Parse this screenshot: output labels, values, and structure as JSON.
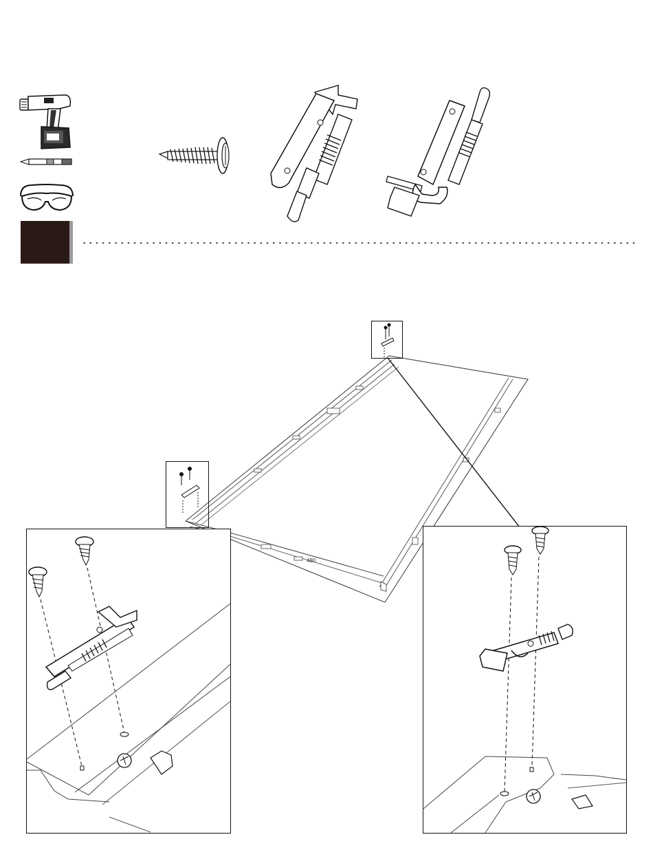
{
  "page": {
    "step_number": ""
  },
  "tools": [
    {
      "name": "cordless-drill",
      "icon": "drill-icon"
    },
    {
      "name": "phillips-bit",
      "icon": "screwdriver-bit-icon"
    },
    {
      "name": "safety-glasses",
      "icon": "safety-glasses-icon"
    }
  ],
  "parts": [
    {
      "name": "screw",
      "icon": "self-drilling-screw-icon"
    },
    {
      "name": "latch-right",
      "icon": "spring-latch-icon"
    },
    {
      "name": "latch-left",
      "icon": "spring-latch-icon"
    }
  ],
  "floor_part_label": "480",
  "colors": {
    "step_block": "#2a1a17",
    "step_block_edge": "#9c9c9c",
    "line": "#111111"
  }
}
